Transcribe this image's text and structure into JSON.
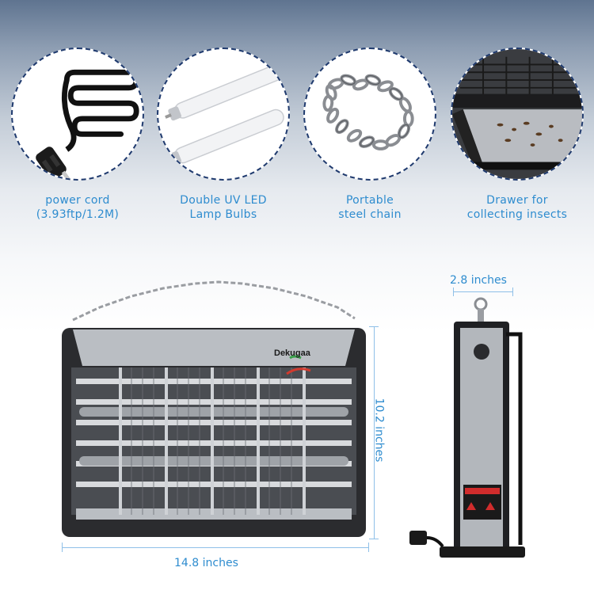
{
  "features": [
    {
      "id": "power-cord",
      "icon": "power-cord-icon",
      "lines": [
        "power cord",
        "(3.93ftp/1.2M)"
      ]
    },
    {
      "id": "uv-bulbs",
      "icon": "uv-led-bulbs-icon",
      "lines": [
        "Double UV LED",
        "Lamp Bulbs"
      ]
    },
    {
      "id": "steel-chain",
      "icon": "steel-chain-icon",
      "lines": [
        "Portable",
        "steel chain"
      ]
    },
    {
      "id": "drawer",
      "icon": "insect-drawer-icon",
      "lines": [
        "Drawer for",
        "collecting insects"
      ]
    }
  ],
  "product": {
    "brand": "Dekugaa",
    "width_label": "14.8 inches",
    "height_label": "10.2 inches",
    "depth_label": "2.8 inches"
  },
  "colors": {
    "caption": "#2e8ccf",
    "circle_border": "#1f3a6e",
    "dimension_line": "#8fc0e8",
    "frame": "#2a2a2a",
    "panel": "#b5b9be"
  }
}
